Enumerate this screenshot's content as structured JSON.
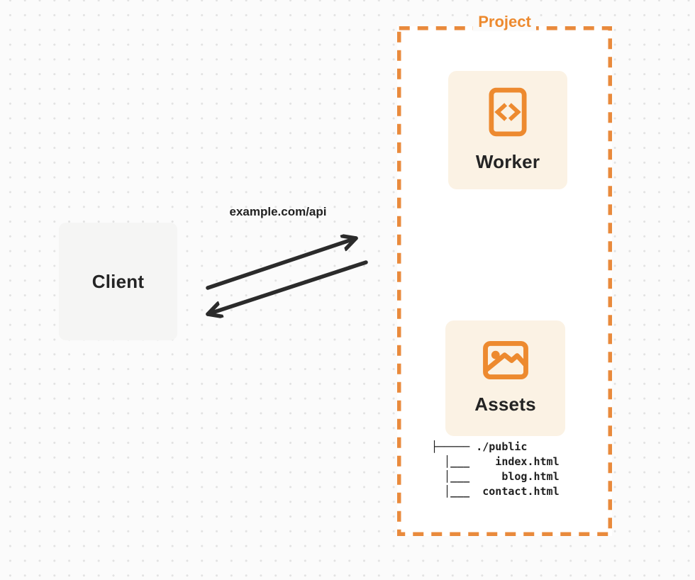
{
  "colors": {
    "page_bg": "#FBFBFB",
    "project_bg": "#FFFFFF",
    "accent": "#ED8A2F",
    "dash_border": "#E98A3C",
    "card_bg": "#FBF2E4",
    "client_bg": "#F5F5F4",
    "arrow": "#2B2B2B",
    "text_dark": "#242424"
  },
  "client": {
    "label": "Client"
  },
  "request": {
    "label": "example.com/api"
  },
  "project": {
    "label": "Project",
    "worker": {
      "label": "Worker",
      "icon": "code-document-icon"
    },
    "assets": {
      "label": "Assets",
      "icon": "image-icon"
    },
    "file_tree": {
      "text": "├───── ./public\n  │___    index.html\n  │___     blog.html\n  │___  contact.html",
      "root": "./public",
      "files": [
        "index.html",
        "blog.html",
        "contact.html"
      ]
    }
  }
}
